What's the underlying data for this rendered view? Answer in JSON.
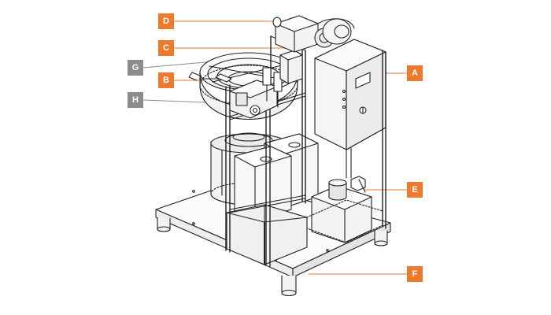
{
  "colors": {
    "accent": "#ee7a2e",
    "secondary": "#8c8c8c",
    "line": "#222222"
  },
  "callouts": {
    "A": {
      "label": "A",
      "style": "primary"
    },
    "B": {
      "label": "B",
      "style": "primary"
    },
    "C": {
      "label": "C",
      "style": "primary"
    },
    "D": {
      "label": "D",
      "style": "primary"
    },
    "E": {
      "label": "E",
      "style": "primary"
    },
    "F": {
      "label": "F",
      "style": "primary"
    },
    "G": {
      "label": "G",
      "style": "secondary"
    },
    "H": {
      "label": "H",
      "style": "secondary"
    }
  }
}
